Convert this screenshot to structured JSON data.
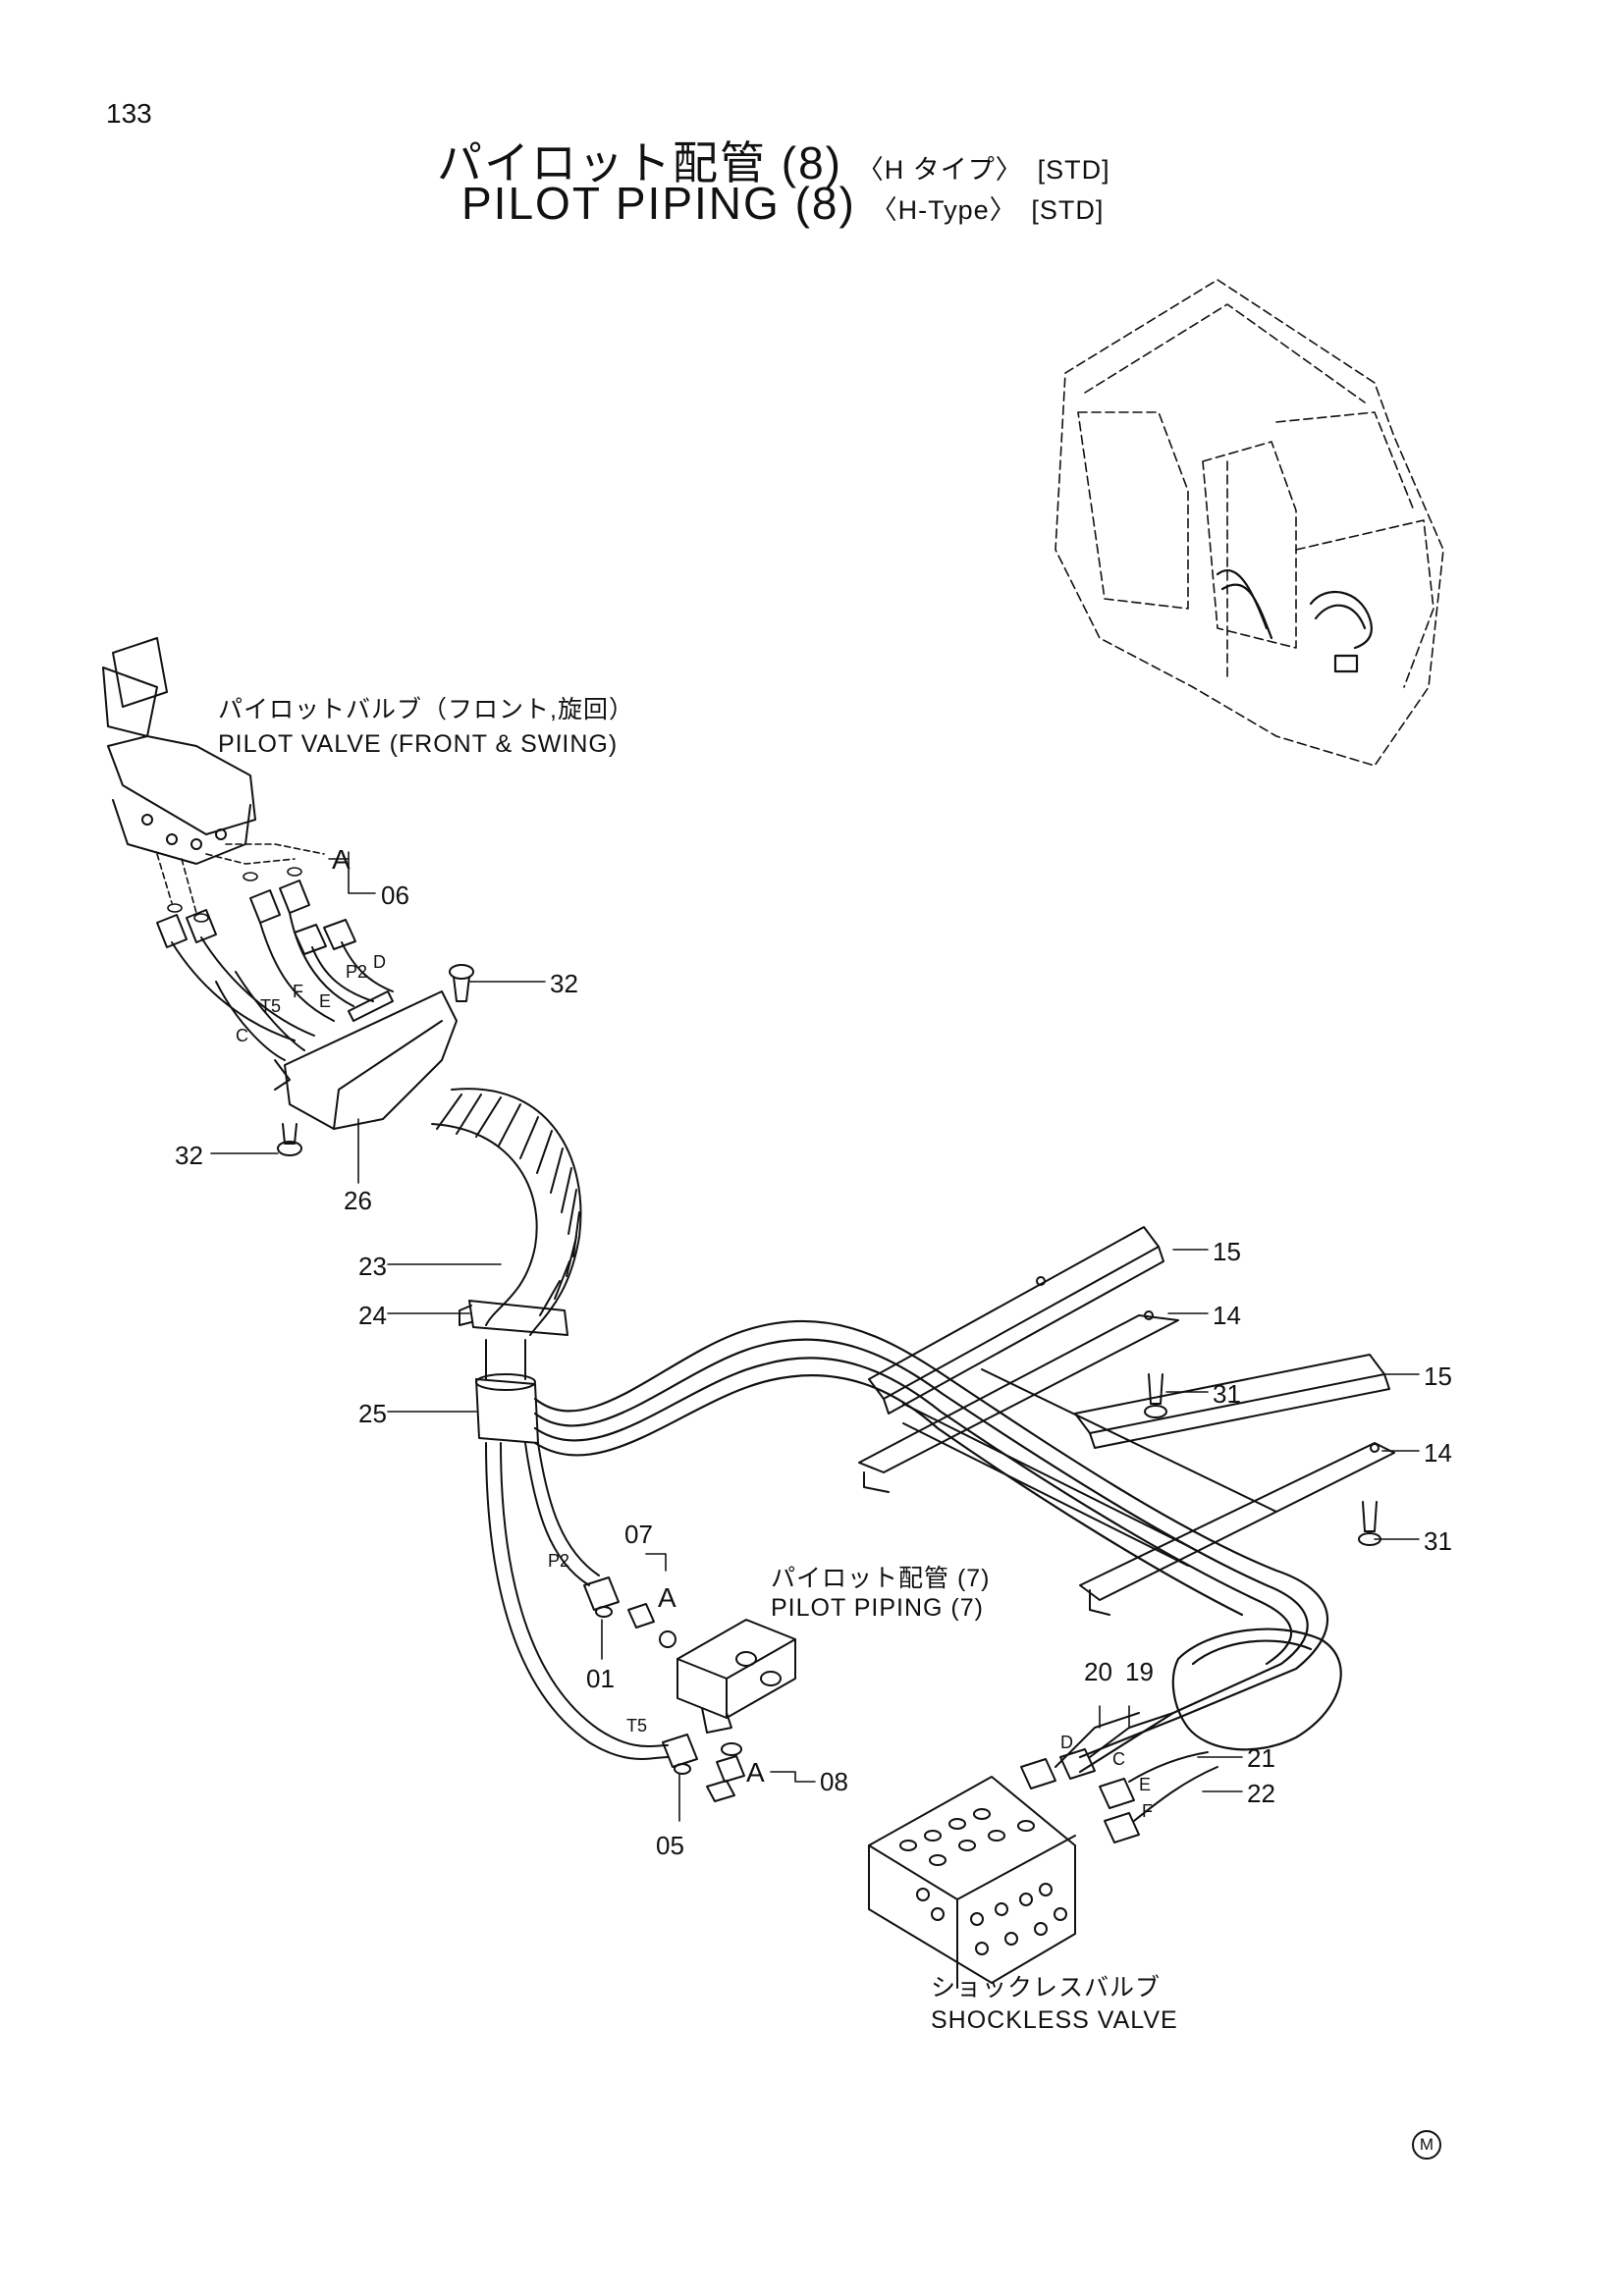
{
  "page": {
    "number": "133",
    "mark": "M"
  },
  "title": {
    "jp_main": "パイロット配管 (8)",
    "jp_type": "〈H タイプ〉",
    "jp_std": "[STD]",
    "en_main": "PILOT PIPING (8)",
    "en_type": "〈H-Type〉",
    "en_std": "[STD]"
  },
  "labels": {
    "pilot_valve_jp": "パイロットバルブ（フロント,旋回）",
    "pilot_valve_en": "PILOT VALVE (FRONT & SWING)",
    "pilot_piping7_jp": "パイロット配管 (7)",
    "pilot_piping7_en": "PILOT PIPING (7)",
    "shockless_jp": "ショックレスバルブ",
    "shockless_en": "SHOCKLESS VALVE"
  },
  "callouts": {
    "p06": "06",
    "p32a": "32",
    "p32b": "32",
    "p26": "26",
    "p23": "23",
    "p24": "24",
    "p25": "25",
    "p15a": "15",
    "p14a": "14",
    "p31a": "31",
    "p15b": "15",
    "p14b": "14",
    "p31b": "31",
    "p07": "07",
    "p01": "01",
    "p05": "05",
    "p08": "08",
    "p20": "20",
    "p19": "19",
    "p21": "21",
    "p22": "22"
  },
  "port_letters": {
    "a1": "A",
    "a2": "A",
    "a3": "A",
    "p2_top": "P2",
    "d_top": "D",
    "f_top": "F",
    "e_top": "E",
    "t5_top": "T5",
    "c_top": "C",
    "p2_mid": "P2",
    "t5_mid": "T5",
    "d_sv": "D",
    "c_sv": "C",
    "e_sv": "E",
    "f_sv": "F"
  }
}
